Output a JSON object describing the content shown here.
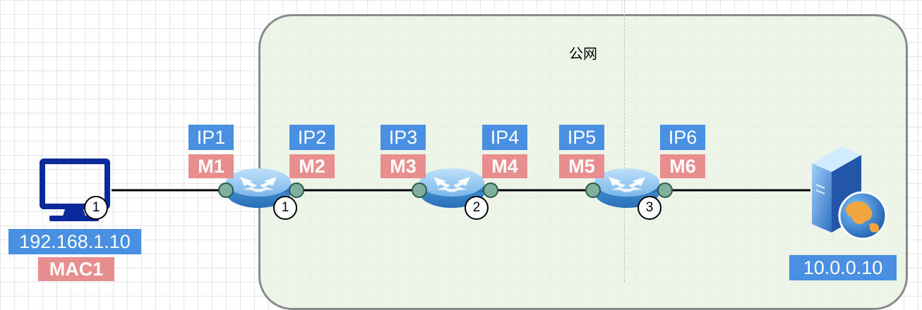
{
  "region": {
    "title": "公网"
  },
  "pc": {
    "ip": "192.168.1.10",
    "mac": "MAC1",
    "badge": "1"
  },
  "server": {
    "ip": "10.0.0.10"
  },
  "routers": [
    {
      "badge": "1",
      "left_ip": "IP1",
      "left_mac": "M1",
      "right_ip": "IP2",
      "right_mac": "M2"
    },
    {
      "badge": "2",
      "left_ip": "IP3",
      "left_mac": "M3",
      "right_ip": "IP4",
      "right_mac": "M4"
    },
    {
      "badge": "3",
      "left_ip": "IP5",
      "left_mac": "M5",
      "right_ip": "IP6",
      "right_mac": "M6"
    }
  ],
  "colors": {
    "ip_tag": "#4a90e2",
    "mac_tag": "#e88e8e",
    "region_fill": "#e8f2e2",
    "region_border": "#8a8a8a",
    "router_body": "#4d9fdf",
    "port": "#7faf9d",
    "pc_icon": "#0a2a9c",
    "link": "#000000"
  }
}
